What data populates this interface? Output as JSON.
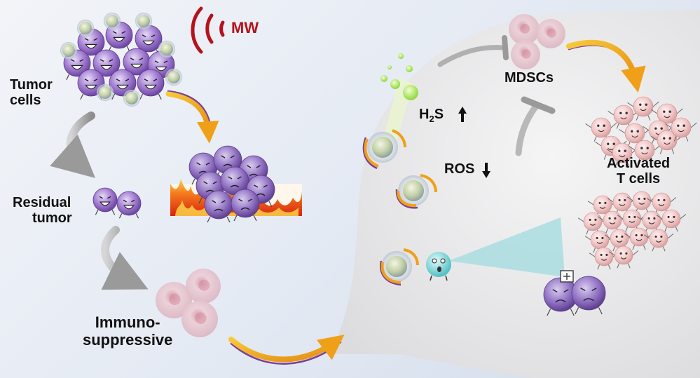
{
  "labels": {
    "mw": "MW",
    "tumor_cells": [
      "Tumor",
      "cells"
    ],
    "residual_tumor": [
      "Residual",
      "tumor"
    ],
    "immunosuppressive": [
      "Immuno-",
      "suppressive"
    ],
    "h2s": {
      "main": "H",
      "sub": "2",
      "tail": "S"
    },
    "ros": "ROS",
    "mdscs": "MDSCs",
    "activated_t_cells": [
      "Activated",
      "T cells"
    ]
  },
  "colors": {
    "tumor_cell": "#a27fd2",
    "t_cell": "#f3c4c4",
    "mdsc": "#e9c9d2",
    "nanoparticle": "#c7d3a8",
    "mw_wave": "#b5121b",
    "flame": "#e8481c",
    "arrow_orange": "#f0a018",
    "arrow_purple": "#7a3f9a",
    "arrow_gray": "#9a9a9a",
    "bubble": "#e9e9eb",
    "beam": "#a9dde0"
  }
}
